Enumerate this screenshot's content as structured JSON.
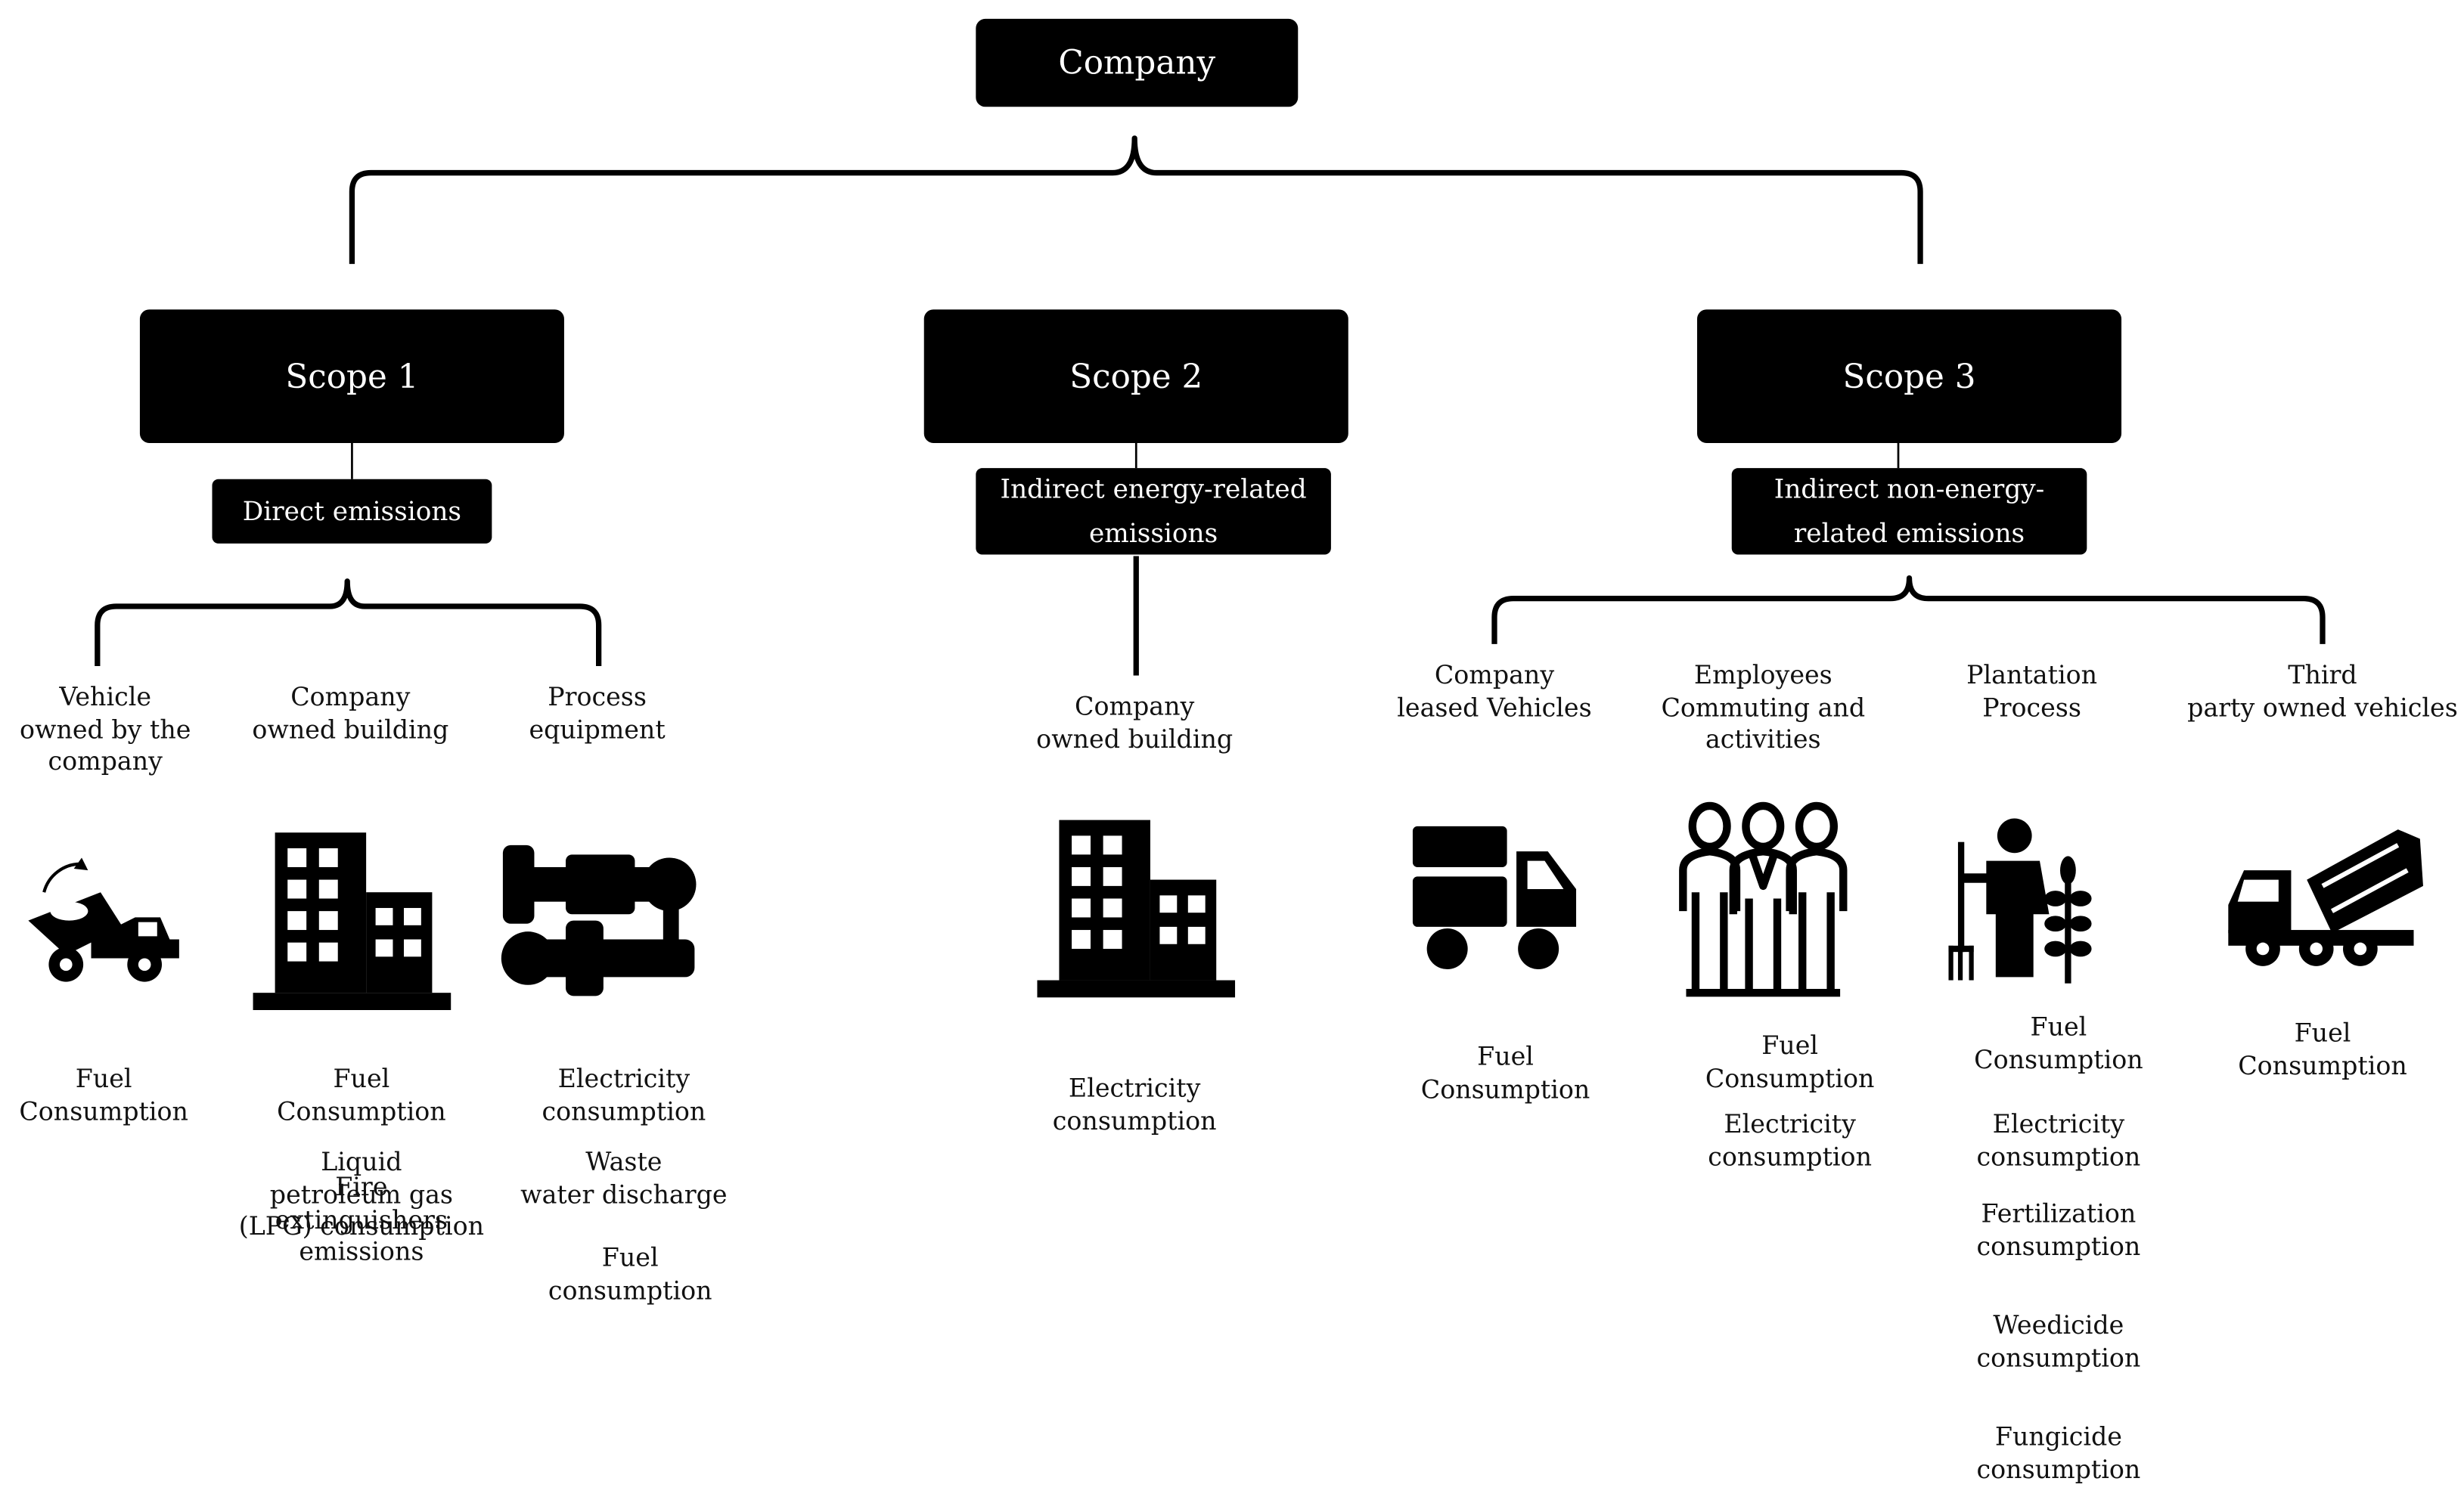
{
  "root": {
    "label": "Company"
  },
  "scopes": [
    {
      "title": "Scope 1",
      "subtitle": "Direct emissions",
      "categories": [
        {
          "lines": [
            "Vehicle",
            "owned by the",
            "company"
          ],
          "icon": "dump-truck-icon",
          "items": [
            [
              "Fuel",
              "Consumption"
            ]
          ]
        },
        {
          "lines": [
            "Company",
            "owned building"
          ],
          "icon": "building-icon",
          "items": [
            [
              "Fuel",
              "Consumption"
            ],
            [
              "Liquid",
              "petroleum gas",
              "(LPG) consumption"
            ],
            [
              "Fire",
              "extinguishers",
              "emissions"
            ]
          ]
        },
        {
          "lines": [
            "Process",
            "equipment"
          ],
          "icon": "process-equipment-icon",
          "items": [
            [
              "Electricity",
              "consumption"
            ],
            [
              "Waste",
              "water discharge"
            ],
            [
              "Fuel",
              "consumption"
            ]
          ]
        }
      ]
    },
    {
      "title": "Scope 2",
      "subtitle_lines": [
        "Indirect energy-related",
        "emissions"
      ],
      "categories": [
        {
          "lines": [
            "Company",
            "owned building"
          ],
          "icon": "building-icon",
          "items": [
            [
              "Electricity",
              "consumption"
            ]
          ]
        }
      ]
    },
    {
      "title": "Scope 3",
      "subtitle_lines": [
        "Indirect non-energy-",
        "related emissions"
      ],
      "categories": [
        {
          "lines": [
            "Company",
            "leased Vehicles"
          ],
          "icon": "truck-icon",
          "items": [
            [
              "Fuel",
              "Consumption"
            ]
          ]
        },
        {
          "lines": [
            "Employees",
            "Commuting and",
            "activities"
          ],
          "icon": "employees-icon",
          "items": [
            [
              "Fuel",
              "Consumption"
            ],
            [
              "Electricity",
              "consumption"
            ]
          ]
        },
        {
          "lines": [
            "Plantation",
            "Process"
          ],
          "icon": "farmer-plant-icon",
          "items": [
            [
              "Fuel",
              "Consumption"
            ],
            [
              "Electricity",
              "consumption"
            ],
            [
              "Fertilization",
              "consumption"
            ],
            [
              "Weedicide",
              "consumption"
            ],
            [
              "Fungicide",
              "consumption"
            ]
          ]
        },
        {
          "lines": [
            "Third",
            "party owned vehicles"
          ],
          "icon": "cement-mixer-truck-icon",
          "items": [
            [
              "Fuel",
              "Consumption"
            ]
          ]
        }
      ]
    }
  ]
}
